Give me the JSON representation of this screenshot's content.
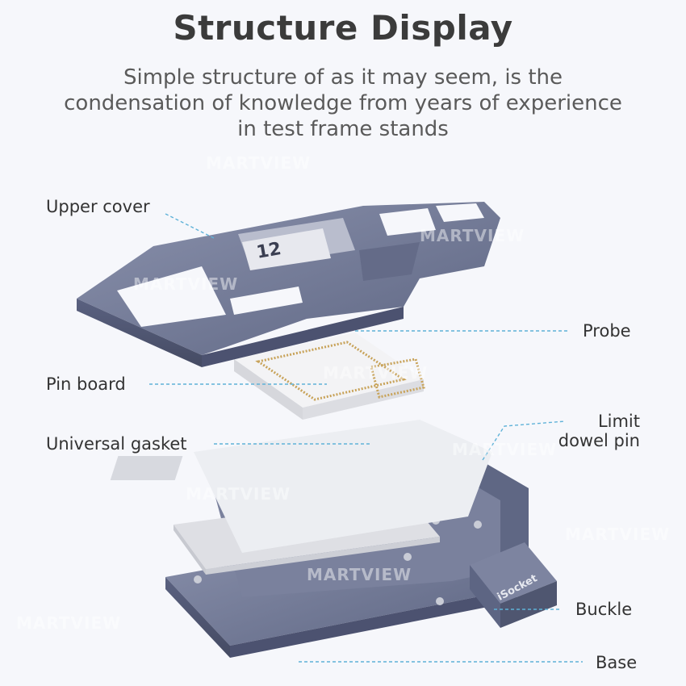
{
  "header": {
    "title": "Structure Display",
    "subtitle_lines": [
      "Simple structure of as it may seem, is the",
      "condensation of knowledge from years of experience",
      "in test frame stands"
    ]
  },
  "callouts": {
    "upper_cover": "Upper cover",
    "probe": "Probe",
    "pin_board": "Pin board",
    "universal_gasket": "Universal gasket",
    "limit_dowel_pin_line1": "Limit",
    "limit_dowel_pin_line2": "dowel pin",
    "buckle": "Buckle",
    "base": "Base"
  },
  "product": {
    "model_number": "12",
    "buckle_text": "iSocket"
  },
  "watermark": "MARTVIEW",
  "colors": {
    "background": "#f6f7fb",
    "metal": "#6f7795",
    "metal_dark": "#4f5670",
    "metal_light": "#9aa1bb",
    "gasket": "#e9eaee",
    "pin_board": "#f1f1f1",
    "probe_gold": "#c8a35a",
    "leader_line": "#5fb2d8"
  }
}
